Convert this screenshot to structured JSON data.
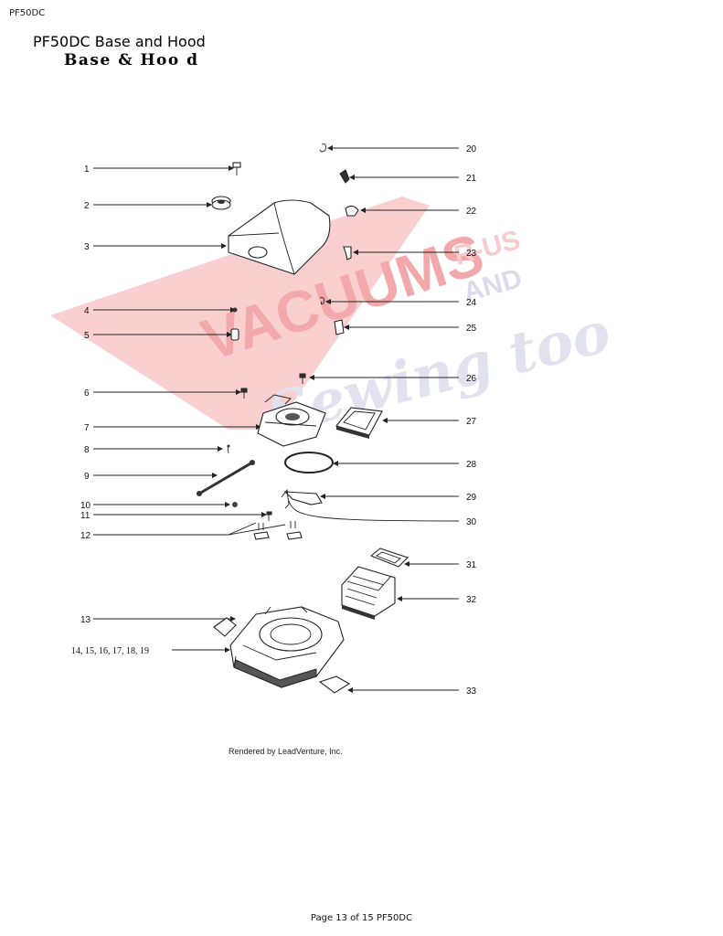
{
  "header": {
    "doc_label": "PF50DC",
    "title": "PF50DC Base and Hood",
    "subtitle": "Base & Hoo d"
  },
  "watermark": {
    "brand": "VACUUMS",
    "line2": "R-US",
    "line3": "AND",
    "line4": "Sewing too",
    "color": "#e8545a",
    "color2": "#9a9acb"
  },
  "callouts_left": [
    "1",
    "2",
    "3",
    "4",
    "5",
    "6",
    "7",
    "8",
    "9",
    "10",
    "11",
    "12",
    "13",
    "14, 15, 16, 17, 18, 19"
  ],
  "callouts_right": [
    "20",
    "21",
    "22",
    "23",
    "24",
    "25",
    "26",
    "27",
    "28",
    "29",
    "30",
    "31",
    "32",
    "33"
  ],
  "credit": "Rendered by LeadVenture, Inc.",
  "footer": "Page 13 of 15 PF50DC"
}
